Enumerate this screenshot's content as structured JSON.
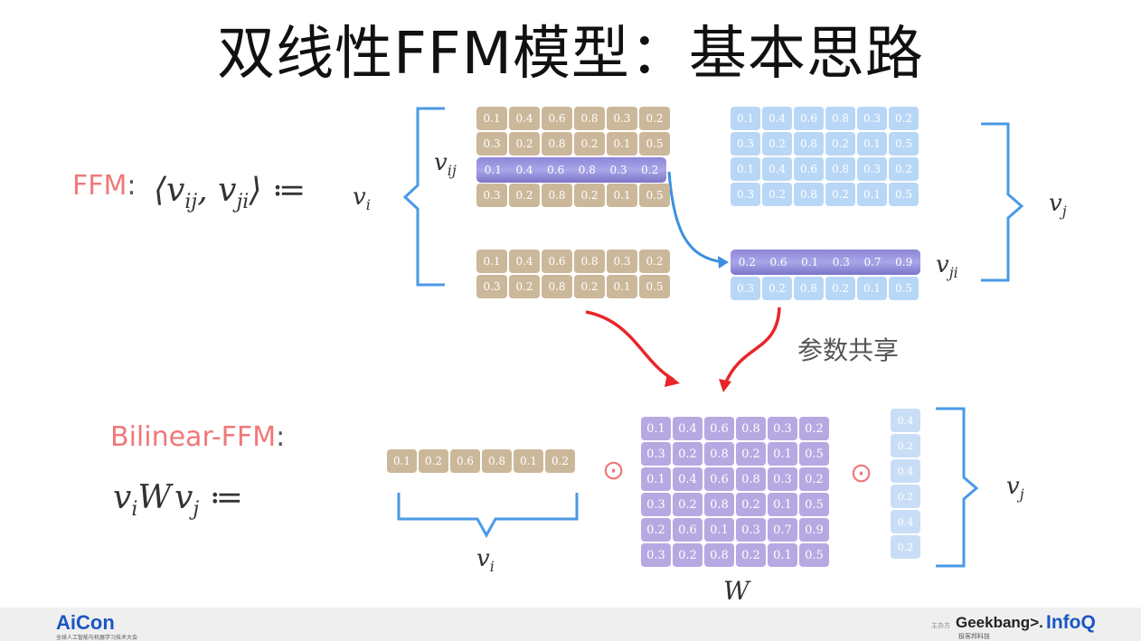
{
  "title": "双线性FFM模型：基本思路",
  "ffm": {
    "label": "FFM",
    "colon": ":",
    "formula": "⟨v_ij, v_ji⟩ ≔",
    "vi": "v_i",
    "vij": "v_ij",
    "vj": "v_j",
    "vji": "v_ji"
  },
  "vi_block_top": [
    [
      "0.1",
      "0.4",
      "0.6",
      "0.8",
      "0.3",
      "0.2"
    ],
    [
      "0.3",
      "0.2",
      "0.8",
      "0.2",
      "0.1",
      "0.5"
    ]
  ],
  "vi_highlight_row": [
    "0.1",
    "0.4",
    "0.6",
    "0.8",
    "0.3",
    "0.2"
  ],
  "vi_block_top_last": [
    "0.3",
    "0.2",
    "0.8",
    "0.2",
    "0.1",
    "0.5"
  ],
  "vi_block_bottom": [
    [
      "0.1",
      "0.4",
      "0.6",
      "0.8",
      "0.3",
      "0.2"
    ],
    [
      "0.3",
      "0.2",
      "0.8",
      "0.2",
      "0.1",
      "0.5"
    ]
  ],
  "vj_block_top": [
    [
      "0.1",
      "0.4",
      "0.6",
      "0.8",
      "0.3",
      "0.2"
    ],
    [
      "0.3",
      "0.2",
      "0.8",
      "0.2",
      "0.1",
      "0.5"
    ],
    [
      "0.1",
      "0.4",
      "0.6",
      "0.8",
      "0.3",
      "0.2"
    ],
    [
      "0.3",
      "0.2",
      "0.8",
      "0.2",
      "0.1",
      "0.5"
    ]
  ],
  "vj_highlight_row": [
    "0.2",
    "0.6",
    "0.1",
    "0.3",
    "0.7",
    "0.9"
  ],
  "vj_block_bottom_last": [
    "0.3",
    "0.2",
    "0.8",
    "0.2",
    "0.1",
    "0.5"
  ],
  "shared_label": "参数共享",
  "bilinear": {
    "label": "Bilinear-FFM",
    "colon": ":",
    "formula": "v_i W v_j ≔",
    "vi": "v_i",
    "W": "W",
    "vj": "v_j",
    "odot": "⊙"
  },
  "bilinear_vi": [
    "0.1",
    "0.2",
    "0.6",
    "0.8",
    "0.1",
    "0.2"
  ],
  "bilinear_W": [
    [
      "0.1",
      "0.4",
      "0.6",
      "0.8",
      "0.3",
      "0.2"
    ],
    [
      "0.3",
      "0.2",
      "0.8",
      "0.2",
      "0.1",
      "0.5"
    ],
    [
      "0.1",
      "0.4",
      "0.6",
      "0.8",
      "0.3",
      "0.2"
    ],
    [
      "0.3",
      "0.2",
      "0.8",
      "0.2",
      "0.1",
      "0.5"
    ],
    [
      "0.2",
      "0.6",
      "0.1",
      "0.3",
      "0.7",
      "0.9"
    ],
    [
      "0.3",
      "0.2",
      "0.8",
      "0.2",
      "0.1",
      "0.5"
    ]
  ],
  "bilinear_vj": [
    "0.4",
    "0.2",
    "0.4",
    "0.2",
    "0.4",
    "0.2"
  ],
  "footer": {
    "aicon": "AiCon",
    "aicon_sub": "全球人工智能与机器学习技术大会",
    "host": "主办方",
    "geekbang": "Geekbang>.",
    "geekbang_sub": "极客邦科技",
    "infoq": "InfoQ"
  },
  "colors": {
    "pink": "#f0787a",
    "blue_bracket": "#4a9ae6",
    "arrow_red": "#e8262a",
    "arrow_blue": "#3b8fe0"
  }
}
